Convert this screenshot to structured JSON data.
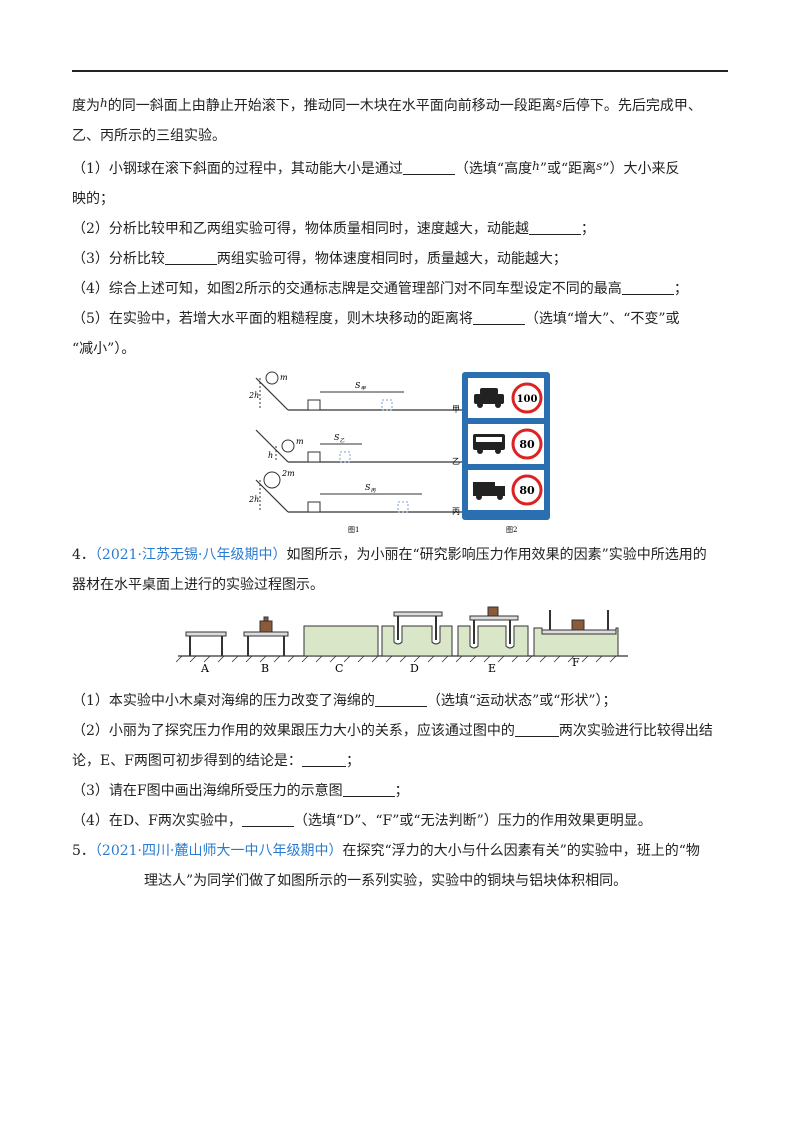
{
  "q3": {
    "intro1_a": "度为",
    "h": "h",
    "intro1_b": "的同一斜面上由静止开始滚下，推动同一木块在水平面向前移动一段距离",
    "s": "s",
    "intro1_c": "后停下。先后完成甲、",
    "intro2": "乙、丙所示的三组实验。",
    "sub1_a": "（1）小钢球在滚下斜面的过程中，其动能大小是通过",
    "sub1_b": "（选填“高度",
    "sub1_c": "”或“距离",
    "sub1_d": "”）大小来反",
    "sub1_e": "映的；",
    "sub2_a": "（2）分析比较甲和乙两组实验可得，物体质量相同时，速度越大，动能越",
    "sub2_b": "；",
    "sub3_a": "（3）分析比较",
    "sub3_b": "两组实验可得，物体速度相同时，质量越大，动能越大；",
    "sub4_a": "（4）综合上述可知，如图2所示的交通标志牌是交通管理部门对不同车型设定不同的最高",
    "sub4_b": "；",
    "sub5_a": "（5）在实验中，若增大水平面的粗糙程度，则木块移动的距离将",
    "sub5_b": "（选填“增大”、“不变”或",
    "sub5_c": "“减小”）。",
    "figure": {
      "fig1_caption": "图1",
      "fig2_caption": "图2",
      "row_labels": [
        "甲",
        "乙",
        "丙"
      ],
      "mass_labels": [
        "m",
        "m",
        "2m"
      ],
      "height_labels": [
        "2h",
        "h",
        "2h"
      ],
      "distance_labels": [
        "S",
        "S",
        "S"
      ],
      "distance_subs": [
        "甲",
        "乙",
        "丙"
      ],
      "speed_limits": [
        "100",
        "80",
        "80"
      ]
    }
  },
  "q4": {
    "number": "4．",
    "source": "（2021·江苏无锡·八年级期中）",
    "stem1": "如图所示，为小丽在“研究影响压力作用效果的因素”实验中所选用的",
    "stem2": "器材在水平桌面上进行的实验过程图示。",
    "figure_labels": [
      "A",
      "B",
      "C",
      "D",
      "E",
      "F"
    ],
    "sub1_a": "（1）本实验中小木桌对海绵的压力改变了海绵的",
    "sub1_b": "（选填“运动状态”或“形状”）；",
    "sub2_a": "（2）小丽为了探究压力作用的效果跟压力大小的关系，应该通过图中的",
    "sub2_b": "两次实验进行比较得出结",
    "sub2_c": "论，E、F两图可初步得到的结论是：",
    "sub2_d": "；",
    "sub3_a": "（3）请在F图中画出海绵所受压力的示意图",
    "sub3_b": "；",
    "sub4_a": "（4）在D、F两次实验中，",
    "sub4_b": "（选填“D”、“F”或“无法判断”）压力的作用效果更明显。"
  },
  "q5": {
    "number": "5．",
    "source": "（2021·四川·麓山师大一中八年级期中）",
    "stem1": "在探究“浮力的大小与什么因素有关”的实验中，班上的“物",
    "stem2": "理达人”为同学们做了如图所示的一系列实验，实验中的铜块与铝块体积相同。"
  },
  "colors": {
    "source": "#2a7bd0",
    "sign_blue": "#2a6fb0",
    "sponge": "#d9e6c8"
  }
}
